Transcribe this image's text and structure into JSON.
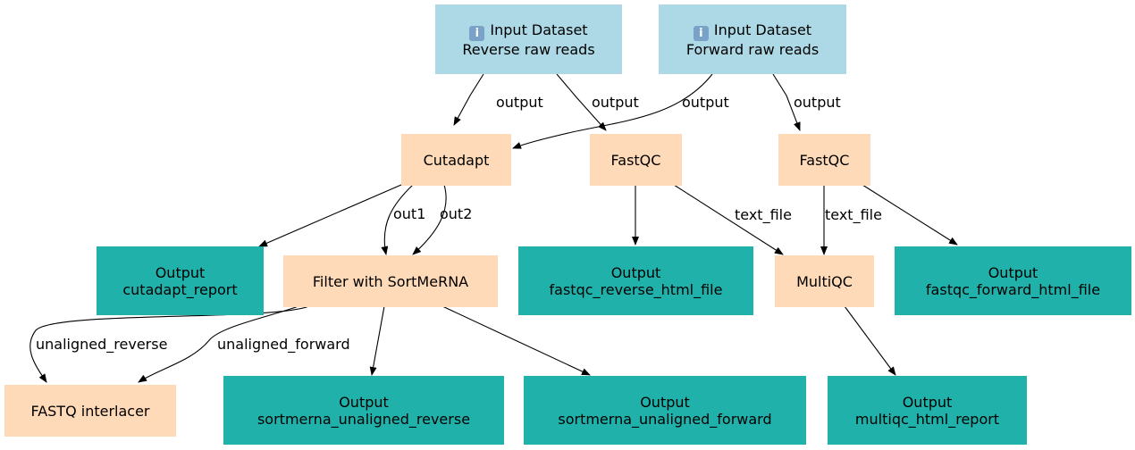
{
  "nodes": {
    "input_reverse": {
      "icon": "info-icon",
      "line1": "Input Dataset",
      "line2": "Reverse raw reads"
    },
    "input_forward": {
      "icon": "info-icon",
      "line1": "Input Dataset",
      "line2": "Forward raw reads"
    },
    "cutadapt": {
      "label": "Cutadapt"
    },
    "fastqc_reverse": {
      "label": "FastQC"
    },
    "fastqc_forward": {
      "label": "FastQC"
    },
    "out_cutadapt_report": {
      "line1": "Output",
      "line2": "cutadapt_report"
    },
    "sortmerna": {
      "label": "Filter with SortMeRNA"
    },
    "out_fastqc_reverse": {
      "line1": "Output",
      "line2": "fastqc_reverse_html_file"
    },
    "multiqc": {
      "label": "MultiQC"
    },
    "out_fastqc_forward": {
      "line1": "Output",
      "line2": "fastqc_forward_html_file"
    },
    "fastq_interlacer": {
      "label": "FASTQ interlacer"
    },
    "out_sortmerna_reverse": {
      "line1": "Output",
      "line2": "sortmerna_unaligned_reverse"
    },
    "out_sortmerna_forward": {
      "line1": "Output",
      "line2": "sortmerna_unaligned_forward"
    },
    "out_multiqc": {
      "line1": "Output",
      "line2": "multiqc_html_report"
    }
  },
  "edge_labels": {
    "rev_to_cutadapt": "output",
    "rev_to_fastqc": "output",
    "fwd_to_cutadapt": "output",
    "fwd_to_fastqc": "output",
    "cutadapt_out1": "out1",
    "cutadapt_out2": "out2",
    "fastqc_rev_text": "text_file",
    "fastqc_fwd_text": "text_file",
    "unaligned_reverse": "unaligned_reverse",
    "unaligned_forward": "unaligned_forward"
  },
  "colors": {
    "input": "#add8e6",
    "tool": "#ffdab9",
    "output": "#20b2aa",
    "edge": "#000000"
  }
}
